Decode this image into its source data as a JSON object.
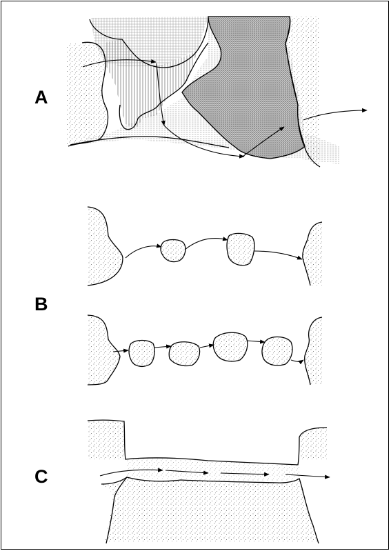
{
  "panels": [
    {
      "id": "A",
      "label": "A"
    },
    {
      "id": "B",
      "label": "B"
    },
    {
      "id": "C",
      "label": "C"
    }
  ],
  "colors": {
    "ink": "#000000",
    "stipple": "#555555",
    "hatch": "#777777",
    "dense_fill": "#9a9a9a",
    "background": "#ffffff"
  }
}
